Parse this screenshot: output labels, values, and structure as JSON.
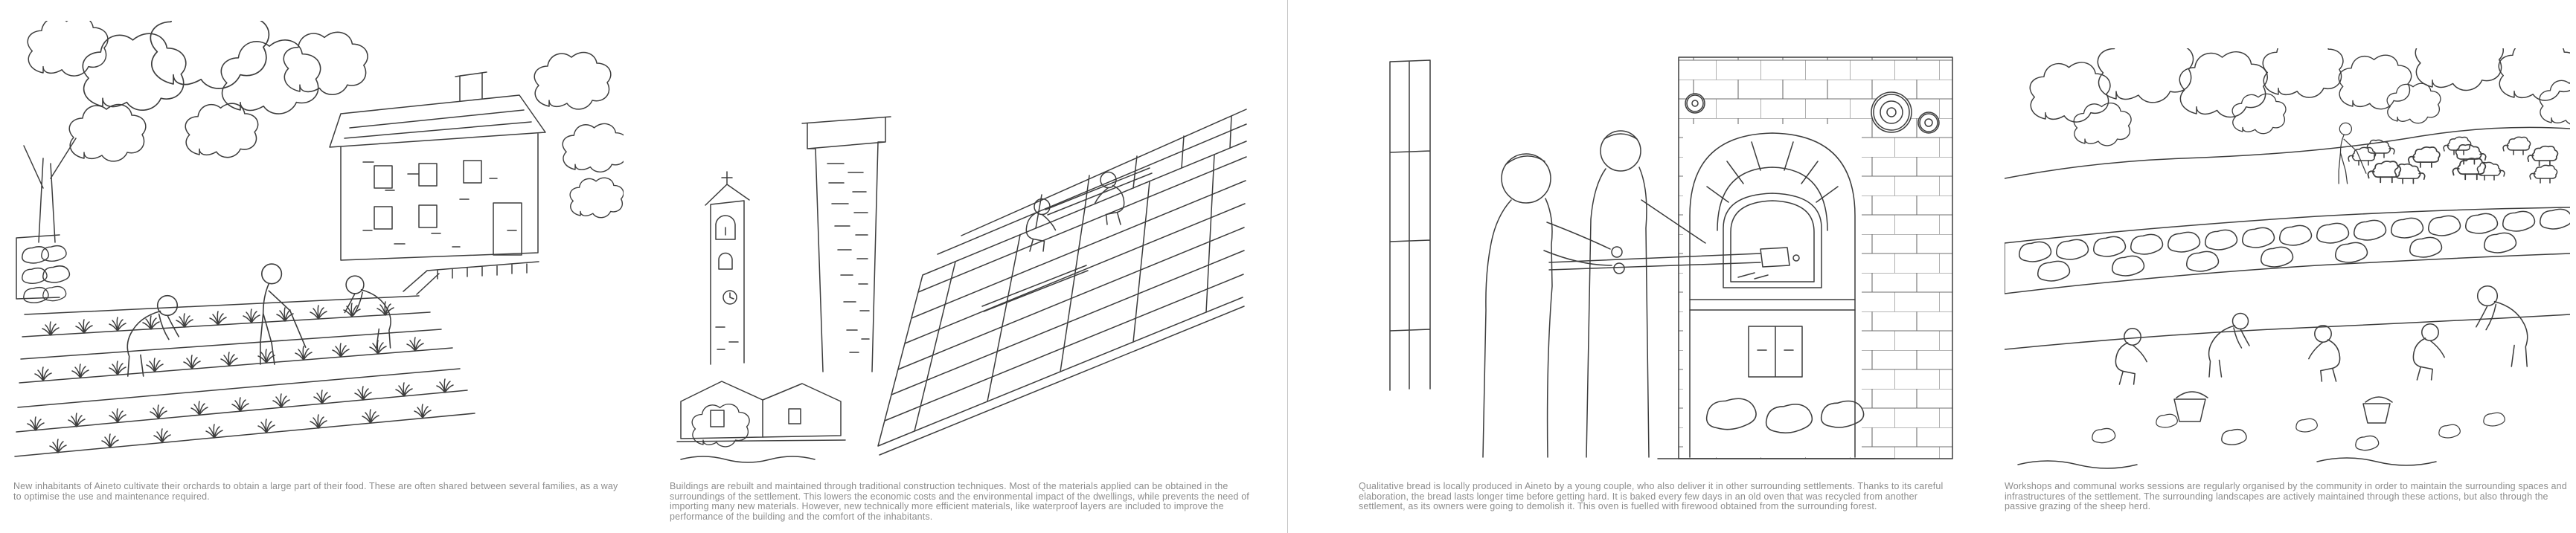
{
  "page": {
    "colors": {
      "background": "#ffffff",
      "ink": "#3d3d3d",
      "caption_text": "#8d8d8d",
      "divider": "#c2c2c2"
    }
  },
  "panels": [
    {
      "id": "orchards",
      "illustration": "orchard-cultivation-sketch",
      "caption": "New inhabitants of Aineto cultivate their orchards to obtain a large part of their food. These are often shared between several families, as a way to optimise the use and maintenance required."
    },
    {
      "id": "construction",
      "illustration": "roof-rebuilding-sketch",
      "caption": "Buildings are rebuilt and maintained through traditional construction techniques. Most of the materials applied can be obtained in the surroundings of the settlement. This lowers the economic costs and the environmental impact of the dwellings, while prevents the need of importing many new materials. However, new technically more efficient materials, like waterproof layers are included to improve the performance of the building and the comfort of the inhabitants."
    },
    {
      "id": "bread",
      "illustration": "bread-oven-sketch",
      "caption": "Qualitative bread is locally produced in Aineto by a young couple, who also deliver it in other surrounding settlements. Thanks to its careful elaboration, the bread lasts longer time before getting hard. It is baked every few days in an old oven that was recycled from another settlement, as its owners were going to demolish it. This oven is fuelled with firewood obtained from the surrounding forest."
    },
    {
      "id": "communal",
      "illustration": "communal-works-sketch",
      "caption": "Workshops and communal works sessions are regularly organised by the community in order to maintain the surrounding spaces and infrastructures of the settlement. The surrounding landscapes are actively maintained through these actions, but also through the passive grazing of the sheep herd."
    }
  ]
}
